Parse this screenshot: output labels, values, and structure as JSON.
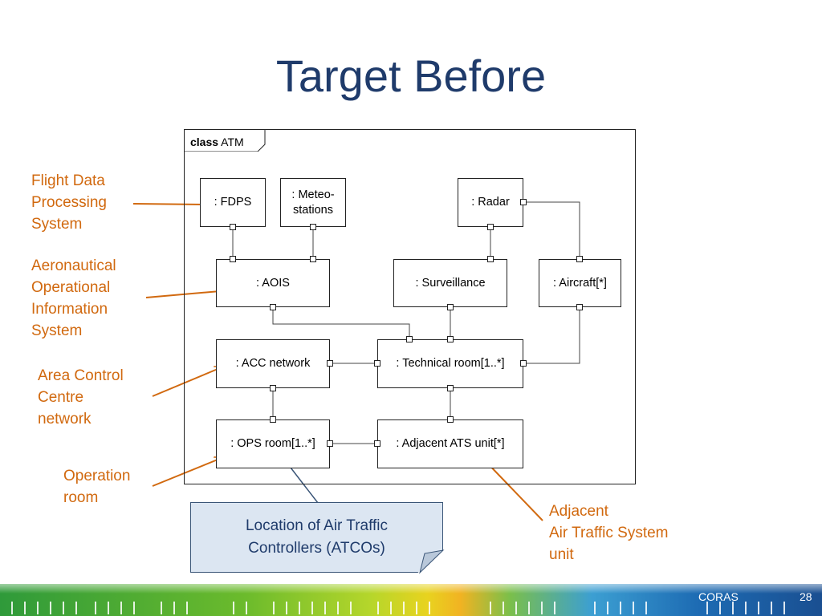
{
  "title": "Target Before",
  "frame": {
    "keyword": "class",
    "name": "ATM"
  },
  "boxes": [
    {
      "id": "fdps",
      "label": ": FDPS"
    },
    {
      "id": "meteo",
      "label": ": Meteo-\nstations"
    },
    {
      "id": "radar",
      "label": ": Radar"
    },
    {
      "id": "aois",
      "label": ": AOIS"
    },
    {
      "id": "surveillance",
      "label": ": Surveillance"
    },
    {
      "id": "aircraft",
      "label": ": Aircraft[*]"
    },
    {
      "id": "acc",
      "label": ": ACC network"
    },
    {
      "id": "techroom",
      "label": ": Technical room[1..*]"
    },
    {
      "id": "ops",
      "label": ": OPS room[1..*]"
    },
    {
      "id": "adjacent",
      "label": ": Adjacent ATS unit[*]"
    }
  ],
  "labels": {
    "fdps": "Flight Data\nProcessing\nSystem",
    "aois": "Aeronautical\nOperational\nInformation\nSystem",
    "acc": "Area Control\nCentre\nnetwork",
    "ops": "Operation\nroom",
    "adjacent": "Adjacent\nAir Traffic System\nunit"
  },
  "note": "Location of Air Traffic\nControllers (ATCOs)",
  "footer": {
    "brand": "CORAS",
    "page": "28"
  },
  "colors": {
    "title": "#1f3b6b",
    "annotation": "#d1690f",
    "note_fill": "#dce6f2"
  }
}
